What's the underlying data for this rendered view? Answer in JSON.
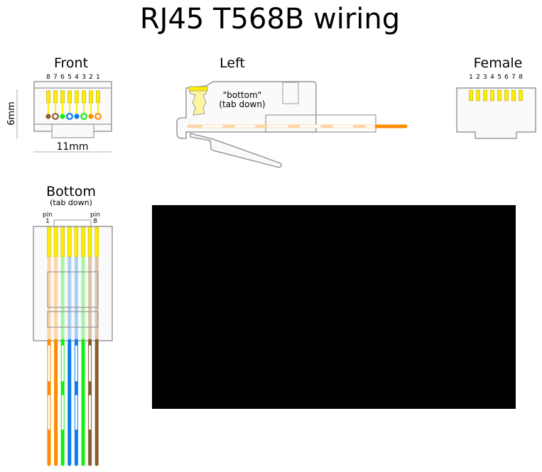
{
  "title": "RJ45 T568B wiring",
  "front": {
    "label": "Front",
    "pins": [
      "8",
      "7",
      "6",
      "5",
      "4",
      "3",
      "2",
      "1"
    ],
    "height_label": "6mm",
    "width_label": "11mm"
  },
  "left": {
    "label": "Left",
    "note_line1": "\"bottom\"",
    "note_line2": "(tab down)"
  },
  "female": {
    "label": "Female",
    "pins": [
      "1",
      "2",
      "3",
      "4",
      "5",
      "6",
      "7",
      "8"
    ]
  },
  "bottom": {
    "label": "Bottom",
    "sublabel": "(tab down)",
    "pin_first_word": "pin",
    "pin_first": "1",
    "pin_last_word": "pin",
    "pin_last": "8"
  },
  "colors": {
    "orange": "#ff8c00",
    "orange_light": "#ffd5a6",
    "green": "#11ee11",
    "green_light": "#a6f5a6",
    "blue": "#0a7cf0",
    "blue_light": "#a8cff7",
    "brown": "#8b5a2b",
    "brown_light": "#dcc2a8",
    "contact": "#ffee00",
    "outline": "#999999"
  },
  "wires_t568b": [
    {
      "pin": 1,
      "name": "white/orange",
      "base": "orange",
      "striped": true
    },
    {
      "pin": 2,
      "name": "orange",
      "base": "orange",
      "striped": false
    },
    {
      "pin": 3,
      "name": "white/green",
      "base": "green",
      "striped": true
    },
    {
      "pin": 4,
      "name": "blue",
      "base": "blue",
      "striped": false
    },
    {
      "pin": 5,
      "name": "white/blue",
      "base": "blue",
      "striped": true
    },
    {
      "pin": 6,
      "name": "green",
      "base": "green",
      "striped": false
    },
    {
      "pin": 7,
      "name": "white/brown",
      "base": "brown",
      "striped": true
    },
    {
      "pin": 8,
      "name": "brown",
      "base": "brown",
      "striped": false
    }
  ]
}
